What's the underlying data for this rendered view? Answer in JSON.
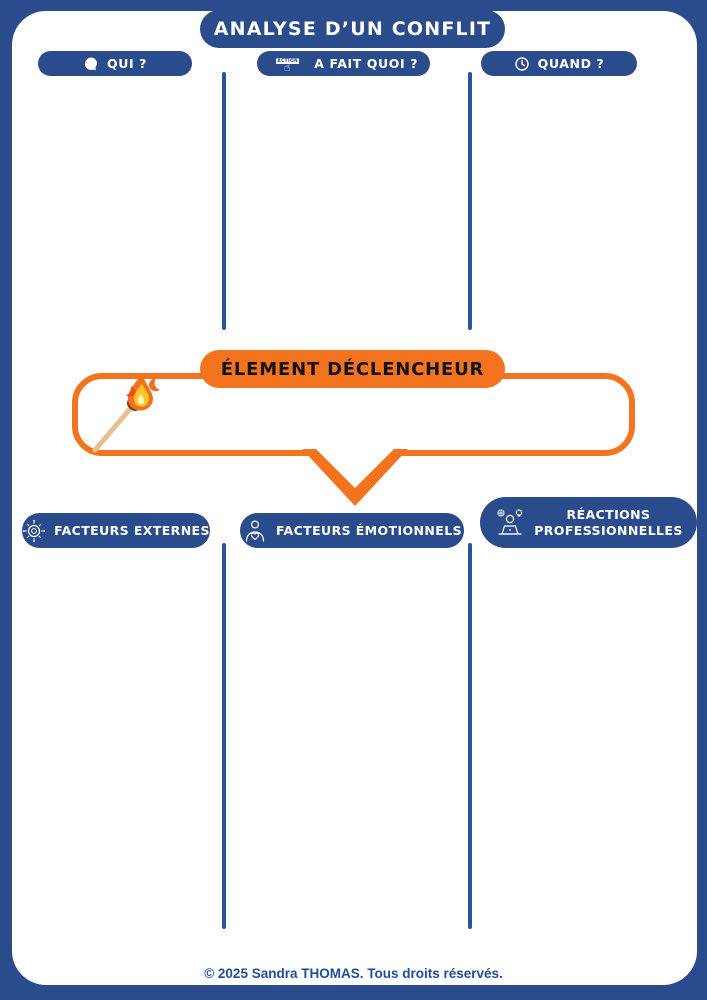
{
  "header": {
    "title": "ANALYSE D’UN CONFLIT"
  },
  "top_columns": [
    {
      "label": "QUI ?",
      "icon": "head-profile-icon"
    },
    {
      "label": "A FAIT QUOI ?",
      "icon": "action-click-icon",
      "icon_text": "ACTION"
    },
    {
      "label": "QUAND ?",
      "icon": "clock-icon"
    }
  ],
  "trigger": {
    "label": "ÉLEMENT DÉCLENCHEUR",
    "icon": "burning-match-icon"
  },
  "bottom_columns": [
    {
      "label": "FACTEURS EXTERNES",
      "icon": "external-network-icon"
    },
    {
      "label": "FACTEURS ÉMOTIONNELS",
      "icon": "self-hug-heart-icon"
    },
    {
      "label": "RÉACTIONS PROFESSIONNELLES",
      "icon": "worker-ideas-icon"
    }
  ],
  "footer": {
    "copyright": "© 2025 Sandra THOMAS. Tous droits réservés."
  },
  "colors": {
    "primary_blue": "#2A4B8C",
    "divider_blue": "#2B53A2",
    "accent_orange": "#F3731E",
    "footer_blue": "#1E4E9B",
    "page_background": "#FFFFFF",
    "trigger_text": "#111111"
  }
}
